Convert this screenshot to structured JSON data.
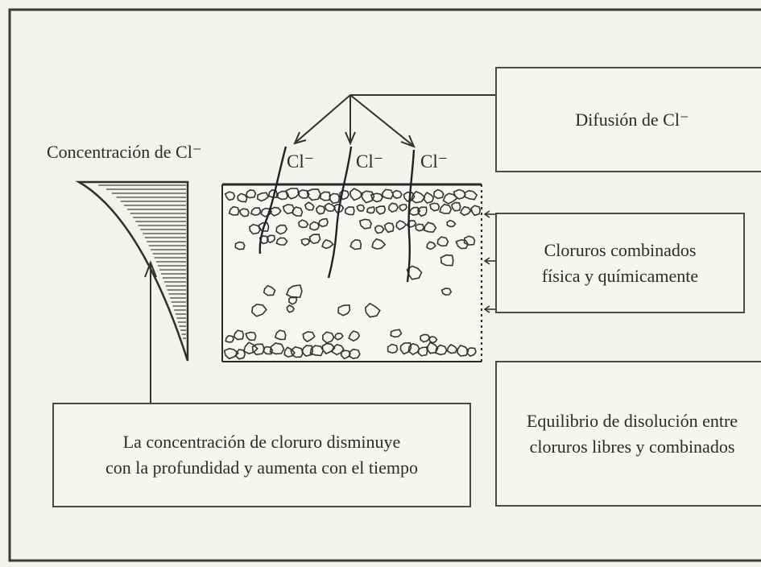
{
  "concentration_label": "Concentración de Cl⁻",
  "ion_labels": [
    "Cl⁻",
    "Cl⁻",
    "Cl⁻"
  ],
  "diffusion_box": {
    "text": "Difusión de Cl⁻"
  },
  "combined_box": {
    "line1": "Cloruros combinados",
    "line2": "física y químicamente"
  },
  "equilibrium_box": {
    "line1": "Equilibrio de disolución entre",
    "line2": "cloruros libres y combinados"
  },
  "trend_box": {
    "line1": "La concentración de cloruro disminuye",
    "line2": "con la profundidad y aumenta con el tiempo"
  }
}
